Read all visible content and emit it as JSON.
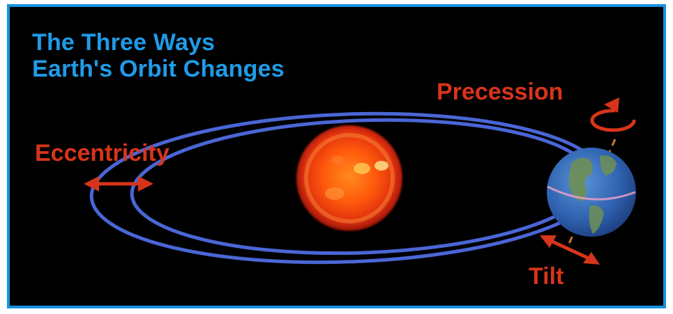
{
  "title": {
    "line1": "The Three Ways",
    "line2": "Earth's Orbit Changes"
  },
  "labels": {
    "eccentricity": "Eccentricity",
    "precession": "Precession",
    "tilt": "Tilt"
  },
  "colors": {
    "frame_border": "#1793e0",
    "background": "#000000",
    "title_text": "#1f9be8",
    "label_text": "#d8341b",
    "orbit": "#4a66d6",
    "arrow": "#d8341b"
  },
  "icons": {
    "sun": "sun-icon",
    "earth": "earth-icon"
  }
}
